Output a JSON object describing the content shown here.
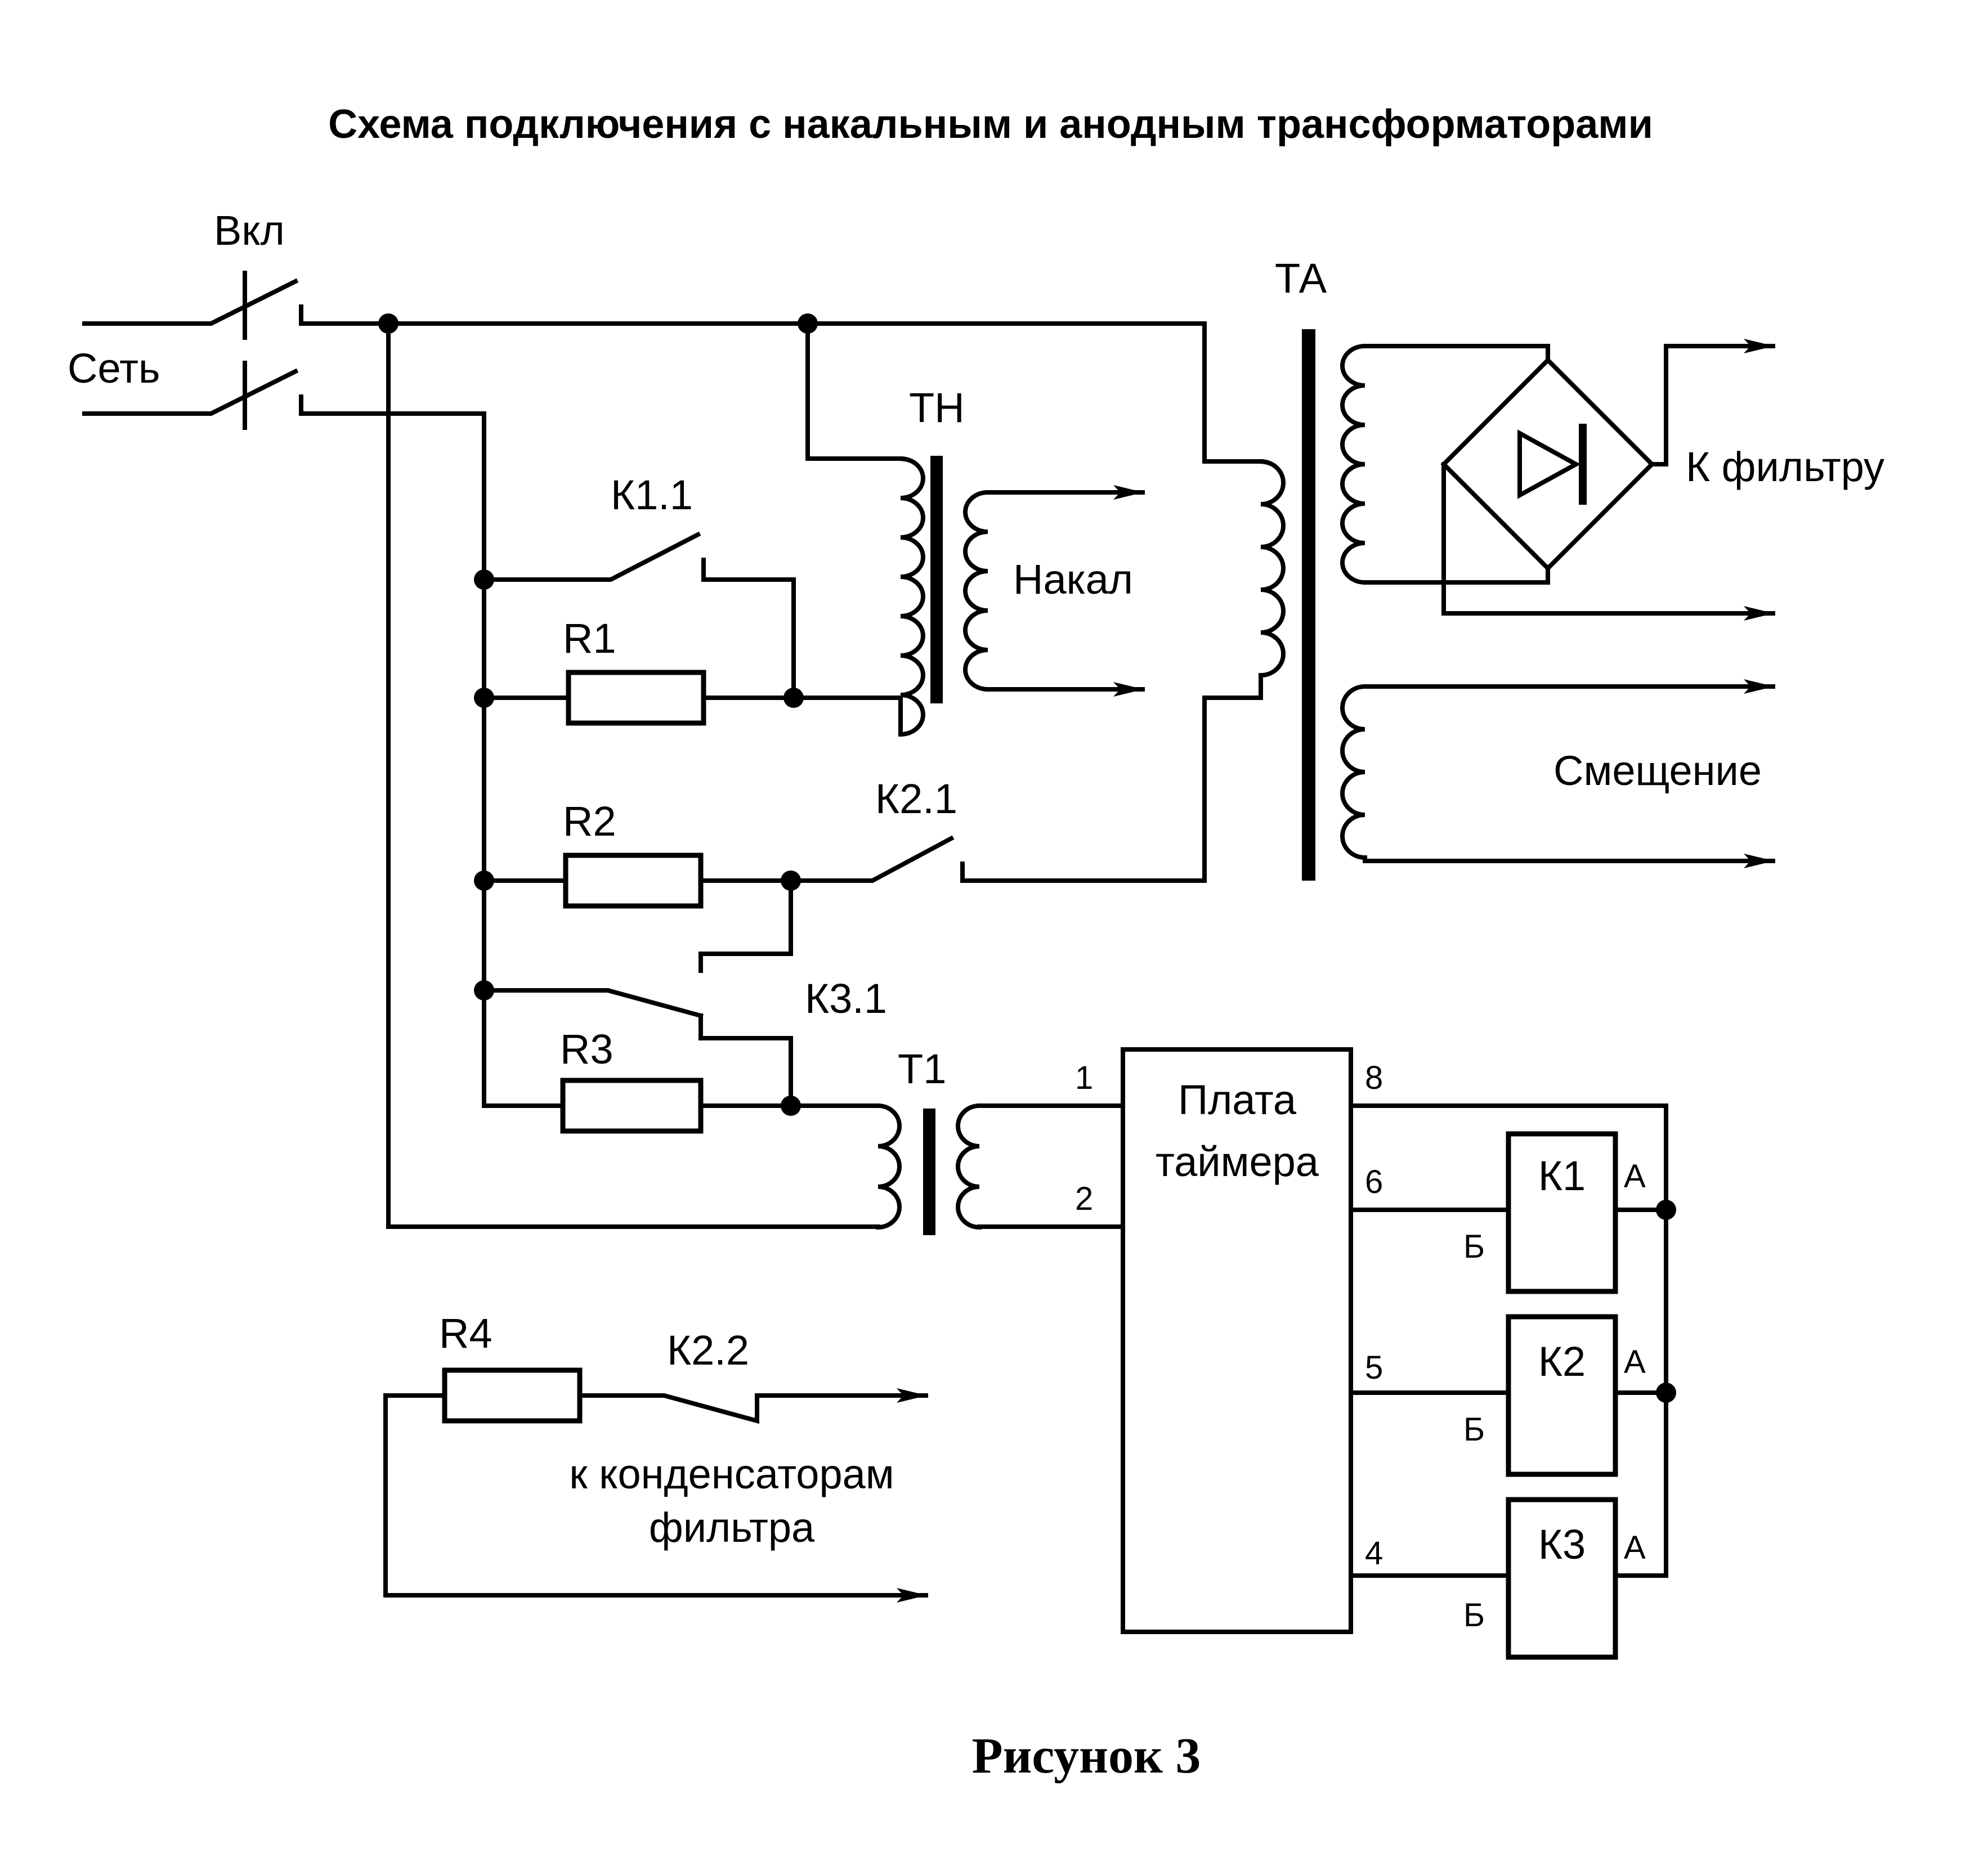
{
  "title": "Схема подключения с накальным и анодным трансформаторами",
  "caption": "Рисунок 3",
  "labels": {
    "switch": "Вкл",
    "mains": "Сеть",
    "anode_transformer": "ТА",
    "filament_transformer": "ТН",
    "filament": "Накал",
    "to_filter": "К фильтру",
    "bias": "Смещение",
    "k1_1": "К1.1",
    "k2_1": "К2.1",
    "k3_1": "К3.1",
    "k2_2": "К2.2",
    "r1": "R1",
    "r2": "R2",
    "r3": "R3",
    "r4": "R4",
    "t1": "Т1",
    "to_capacitors_line1": "к конденсаторам",
    "to_capacitors_line2": "фильтра"
  },
  "timer_board": {
    "line1": "Плата",
    "line2": "таймера",
    "pins": {
      "p1": "1",
      "p2": "2",
      "p8": "8",
      "p6": "6",
      "p5": "5",
      "p4": "4"
    }
  },
  "relays": [
    {
      "name": "К1",
      "a": "А",
      "b": "Б"
    },
    {
      "name": "К2",
      "a": "А",
      "b": "Б"
    },
    {
      "name": "К3",
      "a": "А",
      "b": "Б"
    }
  ]
}
